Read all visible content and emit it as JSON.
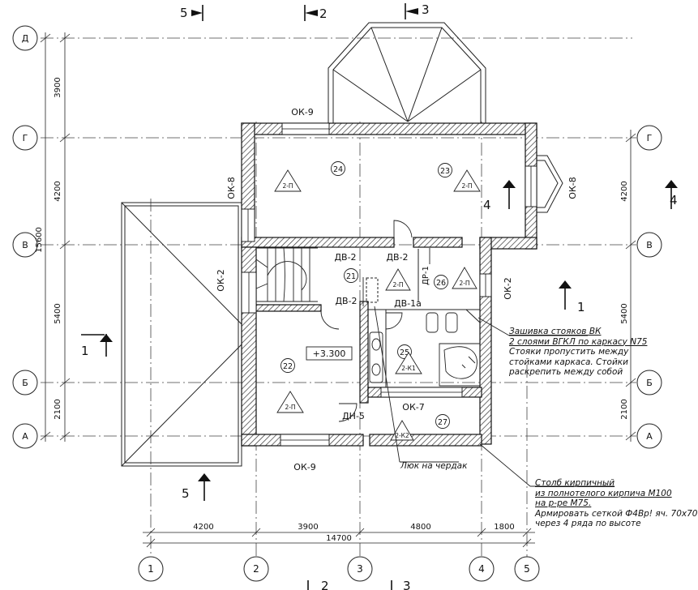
{
  "axes": {
    "rows": [
      {
        "id": "row-D",
        "label": "Д"
      },
      {
        "id": "row-G",
        "label": "Г"
      },
      {
        "id": "row-V",
        "label": "В"
      },
      {
        "id": "row-B",
        "label": "Б"
      },
      {
        "id": "row-A",
        "label": "А"
      }
    ],
    "cols": [
      {
        "id": "col-1",
        "label": "1"
      },
      {
        "id": "col-2",
        "label": "2"
      },
      {
        "id": "col-3",
        "label": "3"
      },
      {
        "id": "col-4",
        "label": "4"
      },
      {
        "id": "col-5",
        "label": "5"
      }
    ]
  },
  "dimensions": {
    "left": {
      "d1": "3900",
      "d2": "4200",
      "d3": "5400",
      "d4": "2100",
      "total": "15600"
    },
    "right": {
      "d2": "4200",
      "d3": "5400",
      "d4": "2100"
    },
    "bottom": {
      "d1": "4200",
      "d2": "3900",
      "d3": "4800",
      "d4": "1800",
      "total": "14700"
    }
  },
  "sections": {
    "s5": "5",
    "s2": "2",
    "s3": "3",
    "s4": "4",
    "s1": "1"
  },
  "windows": {
    "ok9_top": "ОК-9",
    "ok8_left": "ОК-8",
    "ok8_right": "ОК-8",
    "ok2_left": "ОК-2",
    "ok2_right": "ОК-2",
    "ok7": "ОК-7",
    "ok9_bottom": "ОК-9"
  },
  "doors": {
    "dv2_a": "ДВ-2",
    "dv2_b": "ДВ-2",
    "dv2_c": "ДВ-2",
    "dv1a": "ДВ-1а",
    "dr1": "ДР-1",
    "dn5": "ДН-5"
  },
  "rooms": [
    "24",
    "23",
    "21",
    "26",
    "22",
    "25",
    "27"
  ],
  "marks": {
    "m2p": "2-П",
    "m2k1": "2-К1",
    "m2k2": "2-К2"
  },
  "level": "+3.300",
  "hatch_label": "Люк на чердак",
  "note1": {
    "title": "Зашивка стояков ВК",
    "lines": [
      "2 слоями ВГКЛ по каркасу N75",
      "Стояки пропустить между",
      "стойками каркаса. Стойки",
      "раскрепить между собой"
    ]
  },
  "note2": {
    "title": "Столб кирпичный",
    "lines": [
      "из полнотелого кирпича М100",
      "на р-ре М75.",
      "Армировать сеткой Ф4Вр! яч. 70х70",
      "через 4 ряда по высоте"
    ]
  }
}
